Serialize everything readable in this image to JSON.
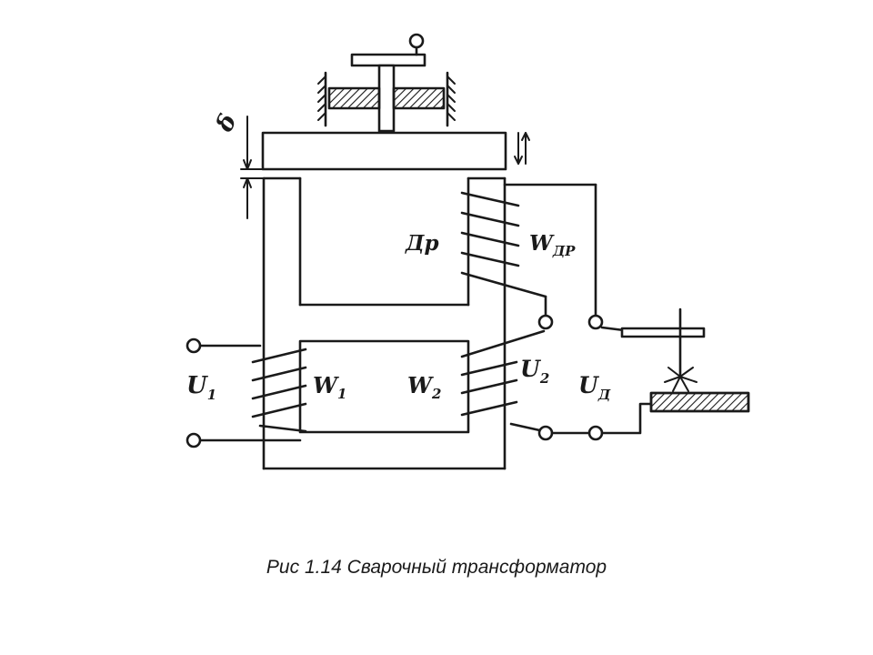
{
  "labels": {
    "delta": "δ",
    "dr": "Др",
    "w_dr_main": "W",
    "w_dr_sub": "ДР",
    "u1_main": "U",
    "u1_sub": "1",
    "w1_main": "W",
    "w1_sub": "1",
    "w2_main": "W",
    "w2_sub": "2",
    "u2_main": "U",
    "u2_sub": "2",
    "ud_main": "U",
    "ud_sub": "Д"
  },
  "caption": "Рис 1.14 Сварочный трансформатор",
  "colors": {
    "ink": "#1a1a1a",
    "background": "#ffffff"
  }
}
